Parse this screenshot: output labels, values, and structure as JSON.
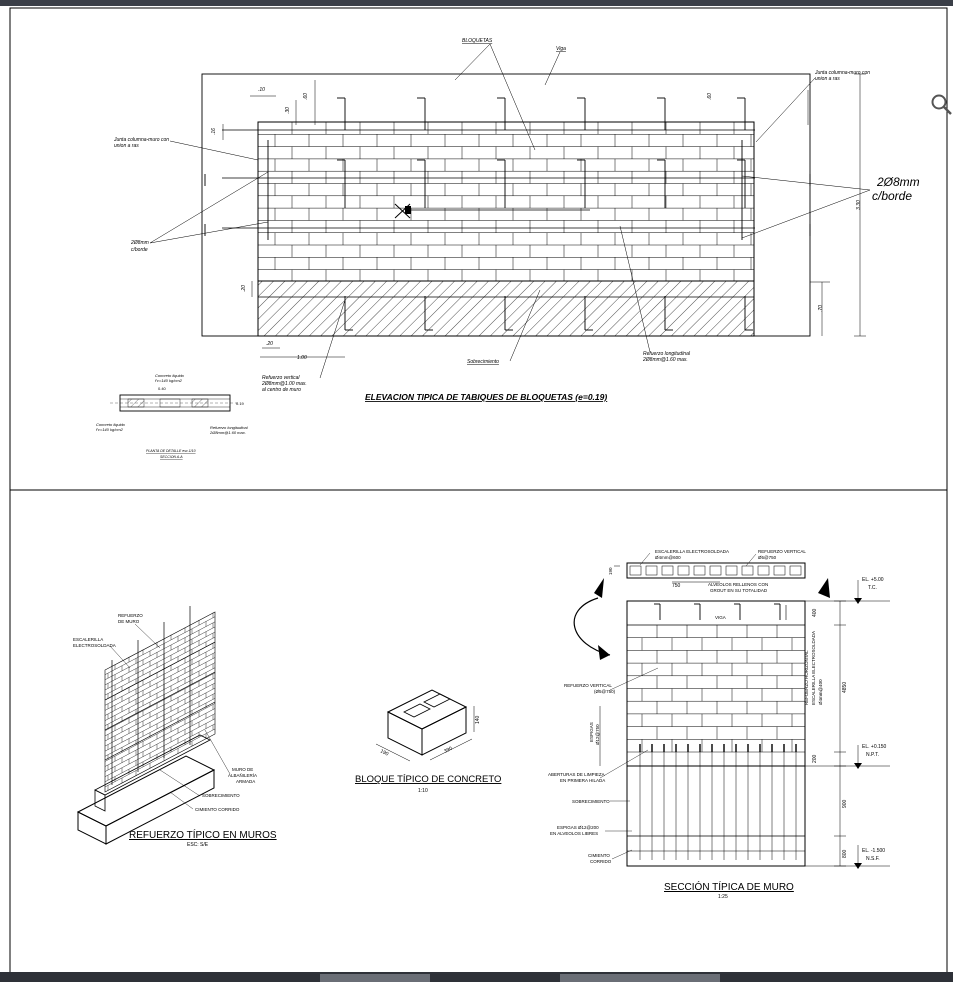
{
  "elevation": {
    "title": "ELEVACION TIPICA DE TABIQUES DE BLOQUETAS (e=0.19)",
    "labels": {
      "bloquetas": "BLOQUETAS",
      "viga": "Viga",
      "junta_left": [
        "Junta columna-muro con",
        "union a ras"
      ],
      "junta_right": [
        "Junta columna-muro con",
        "union a ras"
      ],
      "bars_left": [
        "2Ø8mm",
        "c/borde"
      ],
      "bars_right": [
        "2Ø8mm",
        "c/borde"
      ],
      "sobrecimiento": "Sobrecimiento",
      "refuerzo_vertical": [
        "Refuerzo vertical",
        "2Ø8mm@1.00 max.",
        "al centro de muro"
      ],
      "refuerzo_longitudinal": [
        "Refuerzo longitudinal",
        "2Ø8mm@1.60 max."
      ]
    },
    "dims": {
      "d10": ".10",
      "d30": ".30",
      "d60a": ".60",
      "d60b": ".60",
      "d16": ".16",
      "d20v": ".20",
      "d20h": ".20",
      "d100": "1.00",
      "d330": "3.30",
      "d70": ".70"
    }
  },
  "plan_detail": {
    "top_labels": [
      "Concreto liquido",
      "f'c=140 kg/cm2"
    ],
    "bottom_left_labels": [
      "Concreto liquido",
      "f'c=140 kg/cm2"
    ],
    "bottom_right_labels": [
      "Refuerzo longitudinal",
      "2Ø8mm@1.60 max."
    ],
    "dim_top": "0.40",
    "dim_right": "0.19",
    "caption": [
      "PLANTA DE DETALLE esc.1/10",
      "SECCION A-A"
    ]
  },
  "reinforcement_3d": {
    "title": "REFUERZO TÍPICO EN MUROS",
    "scale": "ESC: S/E",
    "labels": {
      "refuerzo_muro": [
        "REFUERZO",
        "DE MURO"
      ],
      "escalerilla": [
        "ESCALERILLA",
        "ELECTROSOLDADA"
      ],
      "muro": [
        "MURO DE",
        "ALBAÑILERÍA",
        "ARMADA"
      ],
      "sobrecimiento": "SOBRECIMIENTO",
      "cimiento": "CIMIENTO CORRIDO"
    }
  },
  "block_detail": {
    "title": "BLOQUE TÍPICO DE CONCRETO",
    "scale": "1:10",
    "dims": [
      "190",
      "390",
      "140"
    ]
  },
  "wall_section": {
    "title": "SECCIÓN TÍPICA DE MURO",
    "scale": "1:25",
    "labels": {
      "escalerilla": [
        "ESCALERILLA ELECTROSOLDADA",
        "Ø4mm@600"
      ],
      "refuerzo_vertical_top": [
        "REFUERZO VERTICAL",
        "Ø5@750"
      ],
      "alveolos": [
        "ALVEOLOS RELLENOS CON",
        "GROUT EN SU TOTALIDAD"
      ],
      "dim_750": "750",
      "viga": "VIGA",
      "refuerzo_vertical": [
        "REFUERZO VERTICAL",
        "(Ø5@750)"
      ],
      "espigas_left": [
        "ESPIGAS",
        "Ø12@750"
      ],
      "aberturas": [
        "ABERTURAS DE LIMPIEZA",
        "EN PRIMERA HILADA"
      ],
      "sobrecimiento": "SOBRECIMIENTO",
      "espigas": [
        "ESPIGAS Ø12@200",
        "EN ALVEOLOS LIBRES"
      ],
      "cimiento": [
        "CIMIENTO",
        "CORRIDO"
      ],
      "escalerilla_side": [
        "REFUERZO HORIZONTAL",
        "ESCALERILLA ELECTROSOLDADA",
        "Ø4mm@400"
      ]
    },
    "levels": {
      "nt_top": [
        "EL. +5.00",
        "T.C."
      ],
      "npt": [
        "EL. +0.150",
        "N.P.T."
      ],
      "nsf": [
        "EL. -1.500",
        "N.S.F."
      ]
    },
    "dims": {
      "d400": "400",
      "d4850": "4850",
      "d200": "200",
      "d900": "900",
      "d800": "800"
    }
  },
  "ui": {
    "zoom_tool": "zoom-icon"
  }
}
